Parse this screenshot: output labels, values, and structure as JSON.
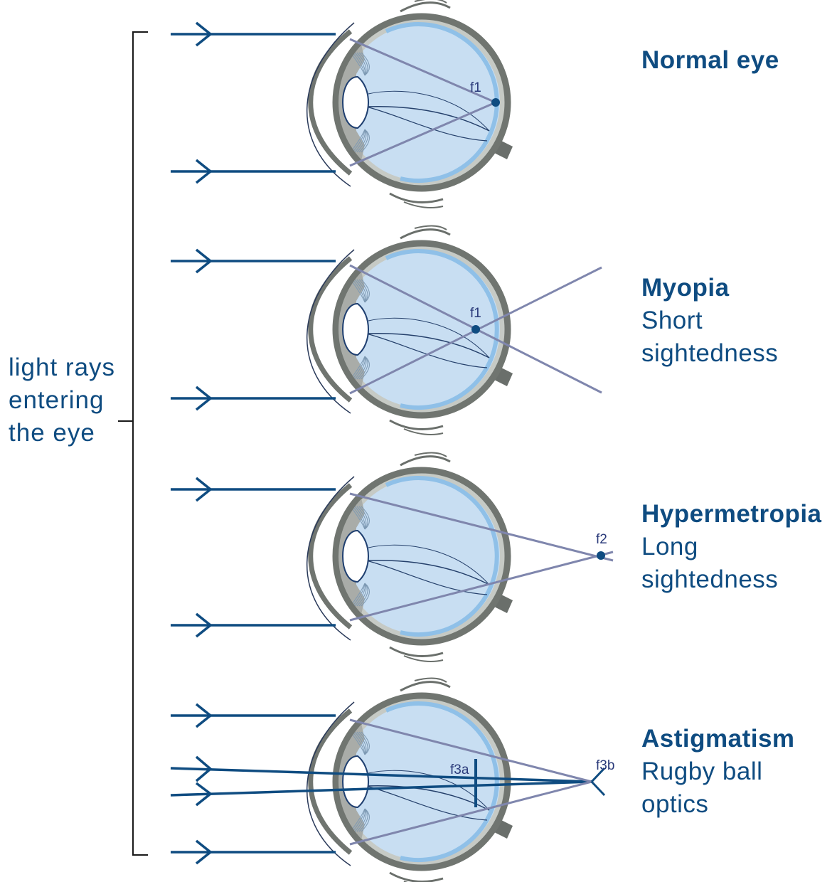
{
  "colors": {
    "ray": "#0f4c81",
    "refracted": "#7f86ad",
    "sclera": "#707570",
    "vitreous": "#c8def2",
    "retina": "#8fc0e8",
    "iris": "#a9aca8",
    "label": "#0f4c81"
  },
  "bracket_label": [
    "light rays",
    "entering",
    "the eye"
  ],
  "panels": [
    {
      "title": "Normal eye",
      "subtitle": [],
      "focus_labels": [
        "f1"
      ]
    },
    {
      "title": "Myopia",
      "subtitle": [
        "Short",
        "sightedness"
      ],
      "focus_labels": [
        "f1"
      ]
    },
    {
      "title": "Hypermetropia",
      "subtitle": [
        "Long",
        "sightedness"
      ],
      "focus_labels": [
        "f2"
      ]
    },
    {
      "title": "Astigmatism",
      "subtitle": [
        "Rugby ball",
        "optics"
      ],
      "focus_labels": [
        "f3a",
        "f3b"
      ]
    }
  ]
}
